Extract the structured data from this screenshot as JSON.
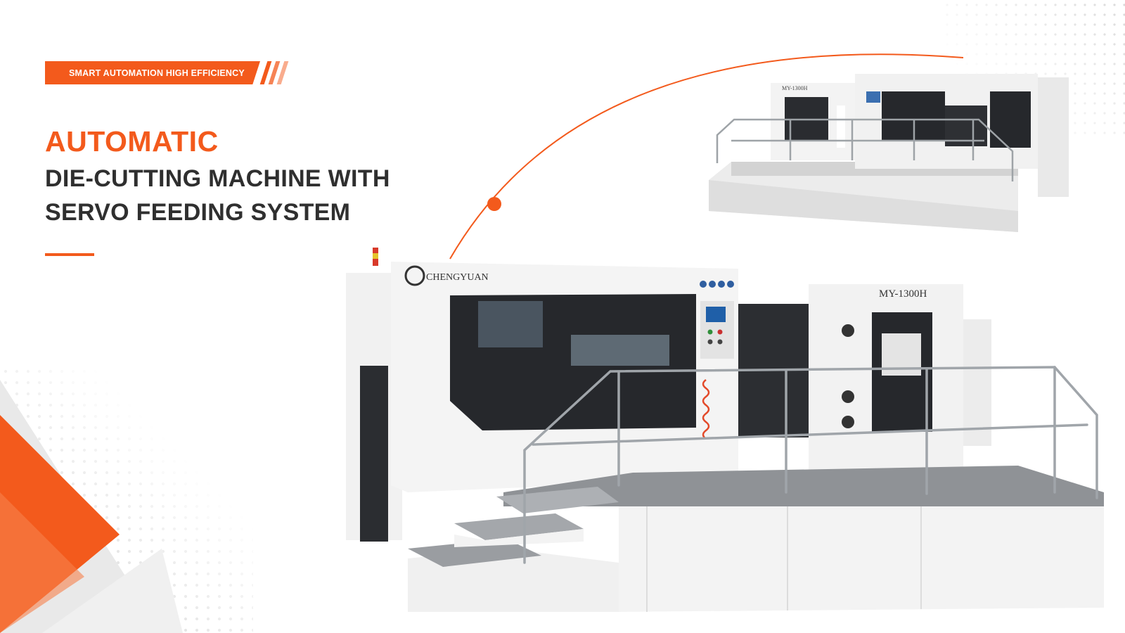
{
  "tagline": "SMART AUTOMATION HIGH EFFICIENCY",
  "title": {
    "accent": "AUTOMATIC",
    "line1": "DIE-CUTTING MACHINE WITH",
    "line2": "SERVO FEEDING SYSTEM"
  },
  "brand": "CHENGYUAN",
  "model": "MY-1300H",
  "colors": {
    "accent": "#f35a1c",
    "text_dark": "#2f2f2f",
    "machine_white": "#f2f2f2",
    "machine_black": "#26282c"
  }
}
